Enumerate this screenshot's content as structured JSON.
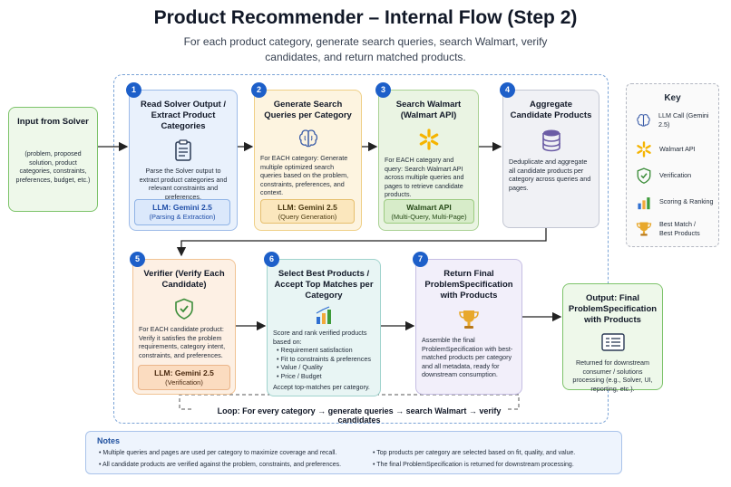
{
  "title": "Product Recommender – Internal Flow (Step 2)",
  "subtitle": "For each product category, generate search queries, search Walmart, verify candidates, and return matched products.",
  "input": {
    "title": "Input from Solver",
    "desc": "(problem, proposed solution, product categories, constraints, preferences, budget, etc.)"
  },
  "steps": [
    {
      "number": "1",
      "title": "Read Solver Output / Extract Product Categories",
      "desc": "Parse the Solver output to extract product categories and relevant constraints and preferences.",
      "tag_title": "LLM: Gemini 2.5",
      "tag_sub": "(Parsing & Extraction)"
    },
    {
      "number": "2",
      "title": "Generate Search Queries per Category",
      "desc": "For EACH category: Generate multiple optimized search queries based on the problem, constraints, preferences, and context.",
      "tag_title": "LLM: Gemini 2.5",
      "tag_sub": "(Query Generation)"
    },
    {
      "number": "3",
      "title": "Search Walmart (Walmart API)",
      "desc": "For EACH category and query: Search Walmart API across multiple queries and pages to retrieve candidate products.",
      "tag_title": "Walmart API",
      "tag_sub": "(Multi-Query, Multi-Page)"
    },
    {
      "number": "4",
      "title": "Aggregate Candidate Products",
      "desc": "Deduplicate and aggregate all candidate products per category across queries and pages."
    },
    {
      "number": "5",
      "title": "Verifier (Verify Each Candidate)",
      "desc": "For EACH candidate product: Verify it satisfies the problem requirements, category intent, constraints, and preferences.",
      "tag_title": "LLM: Gemini 2.5",
      "tag_sub": "(Verification)"
    },
    {
      "number": "6",
      "title": "Select Best Products / Accept Top Matches per Category",
      "desc_intro": "Score and rank verified products based on:",
      "bullets": [
        "Requirement satisfaction",
        "Fit to constraints & preferences",
        "Value / Quality",
        "Price / Budget"
      ],
      "desc_outro": "Accept top-matches per category."
    },
    {
      "number": "7",
      "title": "Return Final ProblemSpecification with Products",
      "desc": "Assemble the final ProblemSpecification with best-matched products per category and all metadata, ready for downstream consumption."
    }
  ],
  "output": {
    "title": "Output: Final ProblemSpecification with Products",
    "desc": "Returned for downstream consumer / solutions processing (e.g., Solver, UI, reporting, etc.)."
  },
  "key": {
    "title": "Key",
    "items": [
      {
        "icon": "brain-icon",
        "label": "LLM Call (Gemini 2.5)"
      },
      {
        "icon": "walmart-spark-icon",
        "label": "Walmart API"
      },
      {
        "icon": "shield-check-icon",
        "label": "Verification"
      },
      {
        "icon": "bar-chart-icon",
        "label": "Scoring & Ranking"
      },
      {
        "icon": "trophy-icon",
        "label": "Best Match / Best Products"
      }
    ]
  },
  "loop_text": "Loop: For every category → generate queries → search Walmart → verify candidates",
  "notes": {
    "title": "Notes",
    "items": [
      "Multiple queries and pages are used per category to maximize coverage and recall.",
      "All candidate products are verified against the problem, constraints, and preferences.",
      "Top products per category are selected based on fit, quality, and value.",
      "The final ProblemSpecification is returned for downstream processing."
    ]
  },
  "colors": {
    "accent": "#1d5fc9",
    "walmart_yellow": "#f5b400",
    "frame": "#7aa3d6"
  }
}
